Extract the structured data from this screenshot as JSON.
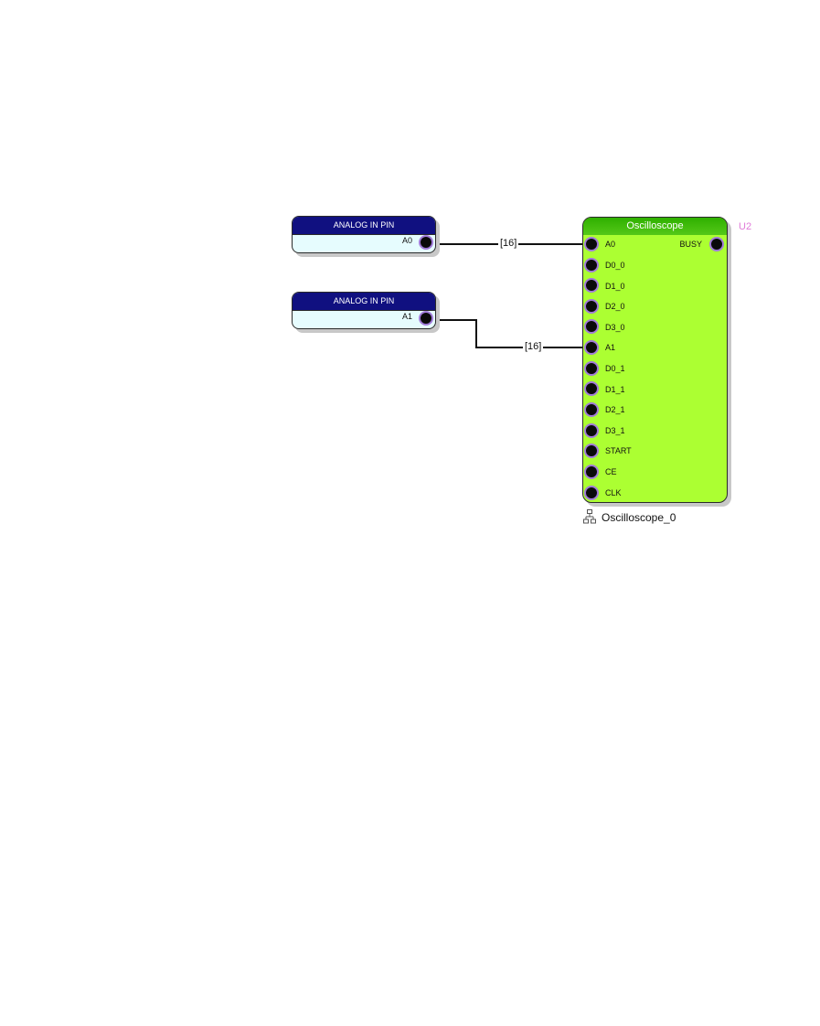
{
  "pins": [
    {
      "title": "ANALOG IN PIN",
      "port": "A0"
    },
    {
      "title": "ANALOG IN PIN",
      "port": "A1"
    }
  ],
  "wires": [
    {
      "label": "[16]"
    },
    {
      "label": "[16]"
    }
  ],
  "oscilloscope": {
    "title": "Oscilloscope",
    "ref": "U2",
    "instance": "Oscilloscope_0",
    "inputs": [
      "A0",
      "D0_0",
      "D1_0",
      "D2_0",
      "D3_0",
      "A1",
      "D0_1",
      "D1_1",
      "D2_1",
      "D3_1",
      "START",
      "CE",
      "CLK"
    ],
    "outputs": [
      "BUSY"
    ]
  },
  "icons": {
    "instance": "hierarchy-icon"
  },
  "colors": {
    "pin_header": "#101080",
    "pin_body": "#e6fcfe",
    "osc_body": "#acff32",
    "osc_header": "#2fb000",
    "terminal_ring": "#a07ad8",
    "ref_label": "#e07ad8"
  }
}
